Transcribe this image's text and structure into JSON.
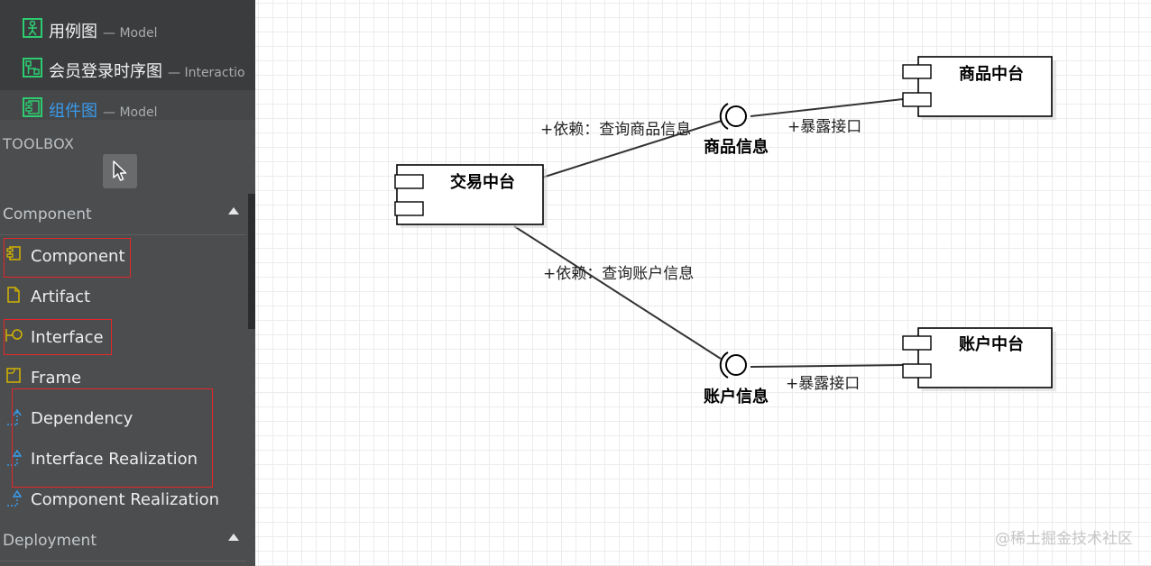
{
  "diagrams": [
    {
      "name": "用例图",
      "type": "— Model",
      "icon": "use-case-diagram-icon"
    },
    {
      "name": "会员登录时序图",
      "type": "— Interactio",
      "icon": "sequence-diagram-icon"
    },
    {
      "name": "组件图",
      "type": "— Model",
      "icon": "component-diagram-icon"
    }
  ],
  "toolbox": {
    "title": "TOOLBOX",
    "sections": [
      {
        "label": "Component",
        "collapse_icon": "collapse-arrow-up"
      },
      {
        "label": "Deployment",
        "collapse_icon": "collapse-arrow-up"
      }
    ],
    "items": [
      {
        "label": "Component",
        "icon": "component-icon"
      },
      {
        "label": "Artifact",
        "icon": "artifact-icon"
      },
      {
        "label": "Interface",
        "icon": "interface-icon"
      },
      {
        "label": "Frame",
        "icon": "frame-icon"
      },
      {
        "label": "Dependency",
        "icon": "dependency-icon"
      },
      {
        "label": "Interface Realization",
        "icon": "interface-realization-icon"
      },
      {
        "label": "Component Realization",
        "icon": "component-realization-icon"
      }
    ]
  },
  "diagram": {
    "components": {
      "trade": "交易中台",
      "product": "商品中台",
      "account": "账户中台"
    },
    "interfaces": {
      "product_info": "商品信息",
      "account_info": "账户信息"
    },
    "edges": {
      "depends_product": "+依赖：查询商品信息",
      "depends_account": "+依赖：查询账户信息",
      "expose_product": "+暴露接口",
      "expose_account": "+暴露接口"
    }
  },
  "watermark": "@稀土掘金技术社区",
  "colors": {
    "panel_bg": "#4b4d4f",
    "list_bg": "#3a3c3e",
    "active_text": "#3a9bea",
    "diagram_icon": "#2ecc71",
    "tool_icon_yellow": "#d4b400",
    "tool_icon_blue": "#3a9bea",
    "highlight_red": "#e5262a"
  }
}
